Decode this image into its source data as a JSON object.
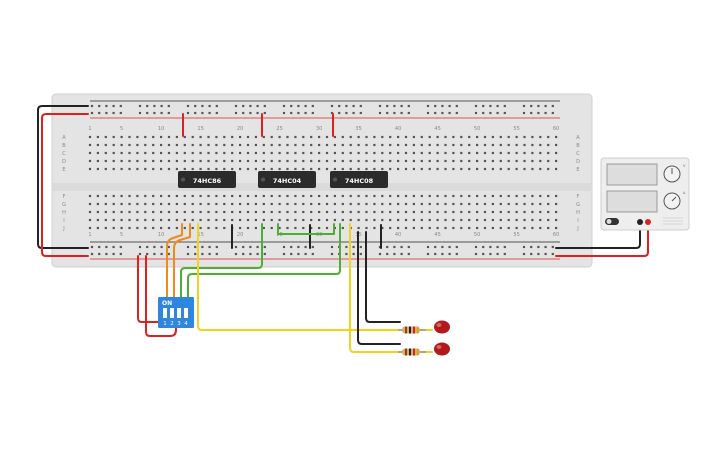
{
  "breadboard": {
    "column_numbers_top": [
      "1",
      "5",
      "10",
      "15",
      "20",
      "25",
      "30",
      "35",
      "40",
      "45",
      "50",
      "55",
      "60"
    ],
    "column_numbers_bottom": [
      "1",
      "5",
      "10",
      "15",
      "20",
      "25",
      "30",
      "35",
      "40",
      "45",
      "50",
      "55",
      "60"
    ],
    "row_letters_top": [
      "A",
      "B",
      "C",
      "D",
      "E"
    ],
    "row_letters_bottom": [
      "F",
      "G",
      "H",
      "I",
      "J"
    ]
  },
  "chips": [
    {
      "label": "74HC86"
    },
    {
      "label": "74HC04"
    },
    {
      "label": "74HC08"
    }
  ],
  "dip_switch": {
    "on_label": "ON",
    "switch_numbers": [
      "1",
      "2",
      "3",
      "4"
    ]
  },
  "leds": [
    {
      "color": "#b11a1a"
    },
    {
      "color": "#b11a1a"
    }
  ],
  "power_supply": {
    "knob_marks": [
      "V",
      "A"
    ]
  },
  "colors": {
    "wire_red": "#e02020",
    "wire_black": "#222222",
    "wire_orange": "#f08a1a",
    "wire_green": "#4caf33",
    "wire_yellow": "#f2d21b",
    "board": "#e6e6e6",
    "chip": "#2b2b2b",
    "switch_blue": "#2e86de"
  }
}
